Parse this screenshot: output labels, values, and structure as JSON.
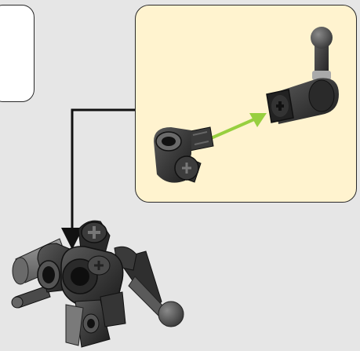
{
  "page": {
    "background_color": "#e6e6e6",
    "callout_color": "#fff3cf",
    "arrow_color": "#97cf3f",
    "pointer_color": "#111111"
  },
  "step": {
    "callout_parts": [
      "axle-connector",
      "angled-axle-pin-connector"
    ],
    "assembly": "lego-technic-joint-assembly"
  }
}
